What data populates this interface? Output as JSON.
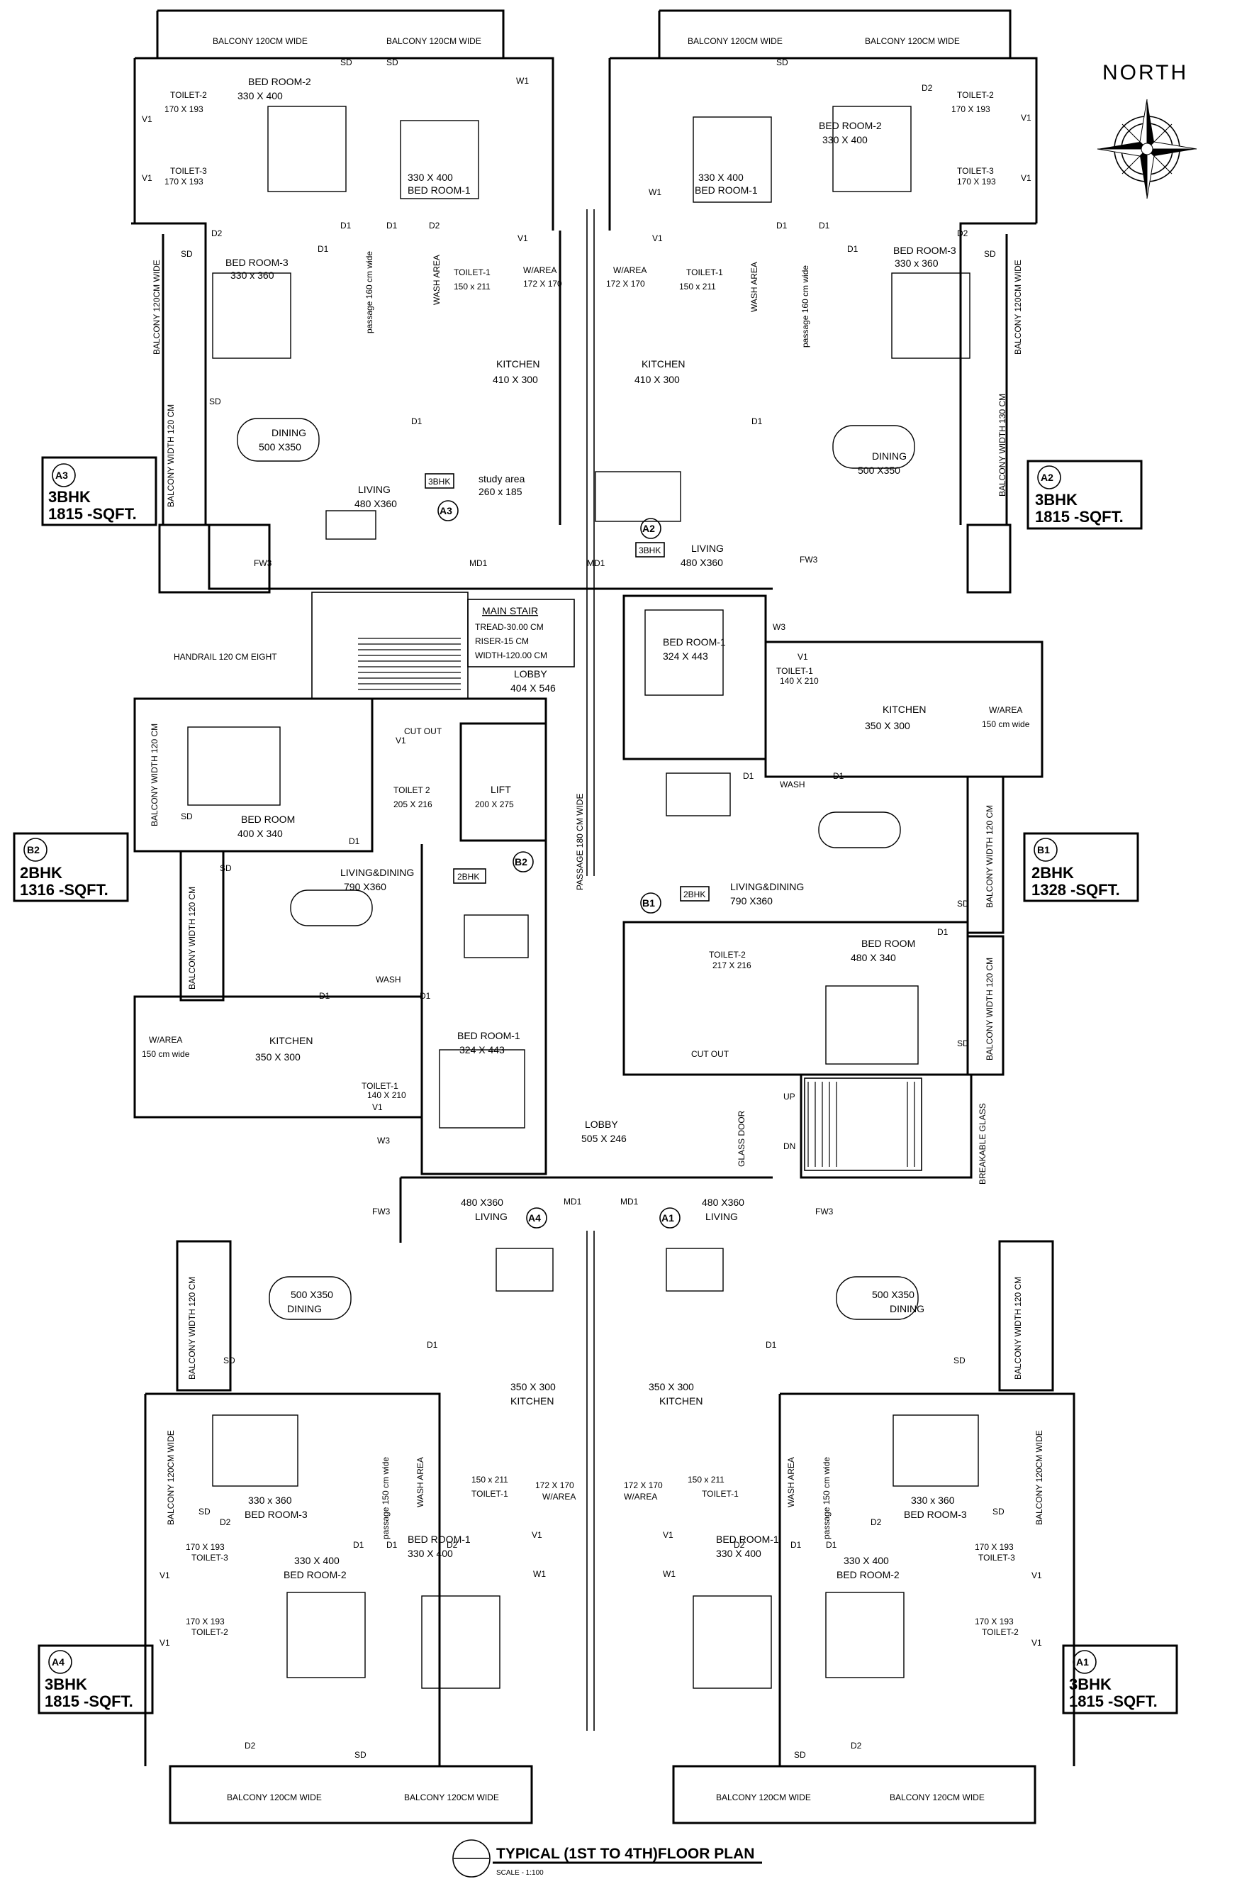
{
  "north": "NORTH",
  "title": "TYPICAL (1ST TO 4TH)FLOOR PLAN",
  "scale": "SCALE - 1:100",
  "units": [
    {
      "id": "A3",
      "type": "3BHK",
      "area": "1815 -SQFT."
    },
    {
      "id": "A2",
      "type": "3BHK",
      "area": "1815 -SQFT."
    },
    {
      "id": "B2",
      "type": "2BHK",
      "area": "1316 -SQFT."
    },
    {
      "id": "B1",
      "type": "2BHK",
      "area": "1328 -SQFT."
    },
    {
      "id": "A4",
      "type": "3BHK",
      "area": "1815 -SQFT."
    },
    {
      "id": "A1",
      "type": "3BHK",
      "area": "1815 -SQFT."
    }
  ],
  "stair": {
    "title": "MAIN STAIR",
    "tread": "TREAD-30.00 CM",
    "riser": "RISER-15 CM",
    "width": "WIDTH-120.00 CM"
  },
  "labels": {
    "balcony_120": "BALCONY 120CM WIDE",
    "balcony_w120": "BALCONY WIDTH 120 CM",
    "balcony_w130": "BALCONY WIDTH 130 CM",
    "bed1": "BED ROOM-1",
    "bed2": "BED ROOM-2",
    "bed3": "BED ROOM-3",
    "bed": "BED ROOM",
    "toilet1": "TOILET-1",
    "toilet2": "TOILET-2",
    "toilet3": "TOILET-3",
    "toilet2b": "TOILET 2",
    "wash_area": "WASH AREA",
    "wash": "WASH",
    "warea": "W/AREA",
    "kitchen": "KITCHEN",
    "dining": "DINING",
    "living": "LIVING",
    "livdin": "LIVING&DINING",
    "study": "study area",
    "lobby": "LOBBY",
    "lift": "LIFT",
    "cutout": "CUT OUT",
    "handrail": "HANDRAIL 120 CM EIGHT",
    "passage160": "passage 160 cm wide",
    "passage150": "passage 150 cm wide",
    "passage180": "PASSAGE 180 CM WIDE",
    "breakable": "BREAKABLE GLASS",
    "glassdoor": "GLASS DOOR",
    "up": "UP",
    "dn": "DN",
    "w150": "150 cm wide"
  },
  "dims": {
    "d330x400": "330 X 400",
    "d330x360": "330 x 360",
    "d170x193": "170 X 193",
    "d150x211": "150 x 211",
    "d172x170": "172 X 170",
    "d410x300": "410 X 300",
    "d500x350": "500 X350",
    "d480x360": "480 X360",
    "d260x185": "260 x 185",
    "d324x443": "324 X 443",
    "d404x546": "404 X 546",
    "d350x300": "350  X 300",
    "d350x300b": "350 X 300",
    "d205x216": "205 X 216",
    "d200x275": "200 X 275",
    "d400x340": "400 X 340",
    "d790x360": "790 X360",
    "d480x340": "480 X 340",
    "d505x246": "505 X 246",
    "d140x210": "140 X 210",
    "d217x216": "217 X 216"
  },
  "tags": {
    "sd": "SD",
    "d1": "D1",
    "d2": "D2",
    "v1": "V1",
    "w1": "W1",
    "w3": "W3",
    "fw3": "FW3",
    "md1": "MD1"
  }
}
